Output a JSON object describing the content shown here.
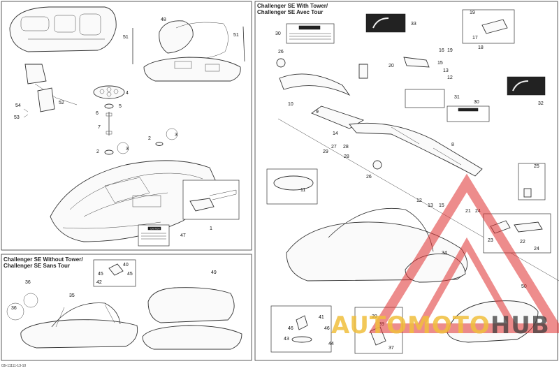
{
  "panels": {
    "with_tower_title_en": "Challenger SE With Tower/",
    "with_tower_title_fr": "Challenger SE Avec Tour",
    "without_tower_title_en": "Challenger SE Without Tower/",
    "without_tower_title_fr": "Challenger SE Sans Tour"
  },
  "footer_code": "03i-11111-13-10",
  "labels": {
    "caution": "CAUTION"
  },
  "callouts": {
    "c48": "48",
    "c51a": "51",
    "c51b": "51",
    "c52": "52",
    "c53": "53",
    "c54": "54",
    "c4": "4",
    "c5": "5",
    "c6": "6",
    "c7": "7",
    "c2a": "2",
    "c3a": "3",
    "c2b": "2",
    "c3b": "3",
    "c1": "1",
    "c47": "47",
    "c30a": "30",
    "c33": "33",
    "c26a": "26",
    "c20": "20",
    "c19a": "19",
    "c17": "17",
    "c18": "18",
    "c16": "16",
    "c19b": "19",
    "c15a": "15",
    "c13a": "13",
    "c12a": "12",
    "c10": "10",
    "c9": "9",
    "c31": "31",
    "c30b": "30",
    "c32": "32",
    "c14": "14",
    "c27": "27",
    "c28a": "28",
    "c29": "29",
    "c28b": "28",
    "c8": "8",
    "c26b": "26",
    "c25": "25",
    "c11": "11",
    "c12b": "12",
    "c13b": "13",
    "c15b": "15",
    "c21": "21",
    "c24a": "24",
    "c23": "23",
    "c22": "22",
    "c24b": "24",
    "c34": "34",
    "c50": "50",
    "c41": "41",
    "c46a": "46",
    "c46b": "46",
    "c43": "43",
    "c44": "44",
    "c39a": "39",
    "c39b": "39",
    "c37": "37",
    "c40": "40",
    "c45a": "45",
    "c45b": "45",
    "c42": "42",
    "c36a": "36",
    "c36b": "36",
    "c35": "35",
    "c49": "49"
  },
  "watermark": {
    "part1": "AUTO",
    "part2": "MOTO",
    "part3": "HUB"
  }
}
